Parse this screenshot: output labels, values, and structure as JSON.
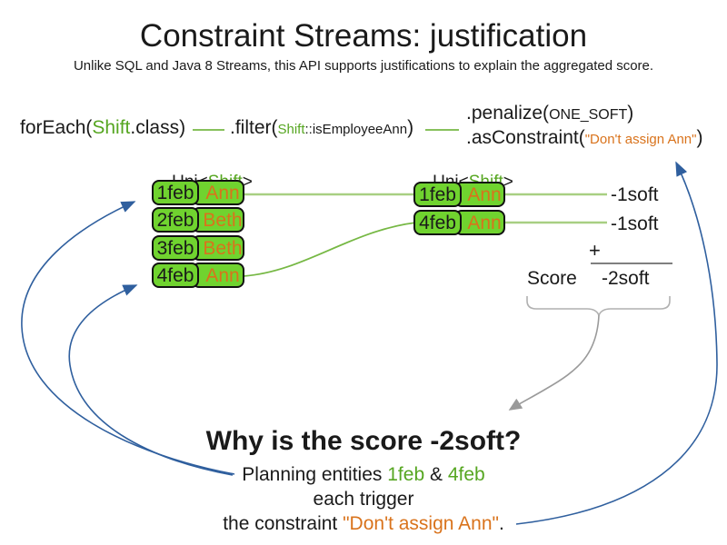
{
  "slide": {
    "title": "Constraint Streams: justification",
    "subtitle": "Unlike SQL and Java 8 Streams, this API supports justifications to explain the aggregated score."
  },
  "code": {
    "foreach_pre": "forEach(",
    "foreach_type": "Shift",
    "foreach_post": ".class)",
    "filter_pre": ".filter(",
    "filter_type": "Shift",
    "filter_rest": "::isEmployeeAnn",
    "filter_post": ")",
    "penalize_pre": ".penalize(",
    "penalize_arg": "ONE_SOFT",
    "penalize_post": ")",
    "asconstraint_pre": ".asConstraint(",
    "asconstraint_arg": "\"Don't assign Ann\"",
    "asconstraint_post": ")"
  },
  "left_stream": {
    "label_pre": "Uni<",
    "label_type": "Shift",
    "label_post": ">",
    "rows": [
      {
        "date": "1feb",
        "employee": "Ann"
      },
      {
        "date": "2feb",
        "employee": "Beth"
      },
      {
        "date": "3feb",
        "employee": "Beth"
      },
      {
        "date": "4feb",
        "employee": "Ann"
      }
    ]
  },
  "right_stream": {
    "label_pre": "Uni<",
    "label_type": "Shift",
    "label_post": ">",
    "rows": [
      {
        "date": "1feb",
        "employee": "Ann"
      },
      {
        "date": "4feb",
        "employee": "Ann"
      }
    ]
  },
  "score_panel": {
    "penalties": [
      "-1soft",
      "-1soft"
    ],
    "plus_sign": "+",
    "score_label": "Score",
    "total": "-2soft"
  },
  "explanation": {
    "heading": "Why is the score -2soft?",
    "line1_pre": "Planning entities ",
    "line1_entity_a": "1feb",
    "line1_mid": " & ",
    "line1_entity_b": "4feb",
    "line2": "each trigger",
    "line3_pre": "the constraint ",
    "line3_constraint": "\"Don't assign Ann\"",
    "line3_post": "."
  },
  "colors": {
    "entity_fill": "#70d32f",
    "entity_border": "#111111",
    "employee_text": "#d9731c",
    "type_green": "#56a621",
    "connector_pale_green": "#a8cf82",
    "connector_green": "#76b844",
    "constraint_orange": "#d9731c",
    "arrow_blue": "#2f5f9e",
    "sum_line_gray": "#7f7f7f",
    "brace_gray": "#b0b0b0",
    "arrow_gray": "#9a9a9a"
  }
}
